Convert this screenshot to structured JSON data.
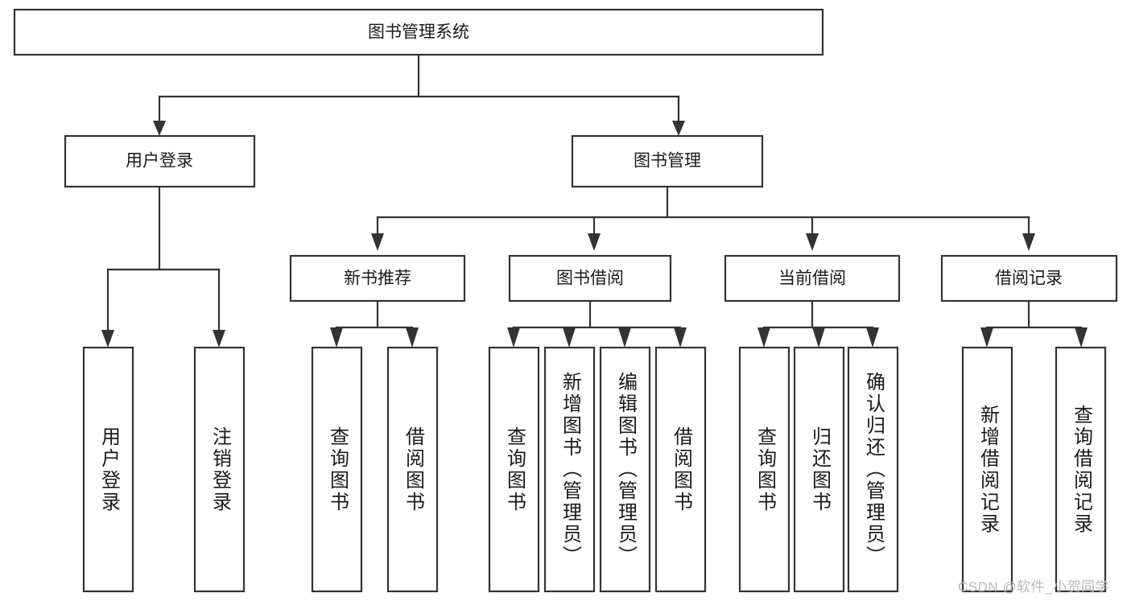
{
  "diagram": {
    "type": "tree",
    "title": "图书管理系统",
    "root": {
      "id": "root",
      "label": "图书管理系统",
      "orientation": "horizontal"
    },
    "level2": [
      {
        "id": "user-login",
        "label": "用户登录",
        "orientation": "horizontal"
      },
      {
        "id": "book-manage",
        "label": "图书管理",
        "orientation": "horizontal"
      }
    ],
    "level3": [
      {
        "id": "new-book-rec",
        "label": "新书推荐",
        "orientation": "horizontal",
        "parent": "book-manage"
      },
      {
        "id": "book-borrow",
        "label": "图书借阅",
        "orientation": "horizontal",
        "parent": "book-manage"
      },
      {
        "id": "current-borrow",
        "label": "当前借阅",
        "orientation": "horizontal",
        "parent": "book-manage"
      },
      {
        "id": "borrow-record",
        "label": "借阅记录",
        "orientation": "horizontal",
        "parent": "book-manage"
      }
    ],
    "leaves": [
      {
        "id": "leaf-user-login",
        "label": "用户登录",
        "orientation": "vertical",
        "parent": "user-login"
      },
      {
        "id": "leaf-logout-login",
        "label": "注销登录",
        "orientation": "vertical",
        "parent": "user-login"
      },
      {
        "id": "leaf-query-book-1",
        "label": "查询图书",
        "orientation": "vertical",
        "parent": "new-book-rec"
      },
      {
        "id": "leaf-borrow-book-1",
        "label": "借阅图书",
        "orientation": "vertical",
        "parent": "new-book-rec"
      },
      {
        "id": "leaf-query-book-2",
        "label": "查询图书",
        "orientation": "vertical",
        "parent": "book-borrow"
      },
      {
        "id": "leaf-add-book",
        "label": "新增图书（管理员）",
        "orientation": "vertical",
        "parent": "book-borrow"
      },
      {
        "id": "leaf-edit-book",
        "label": "编辑图书（管理员）",
        "orientation": "vertical",
        "parent": "book-borrow"
      },
      {
        "id": "leaf-borrow-book-2",
        "label": "借阅图书",
        "orientation": "vertical",
        "parent": "book-borrow"
      },
      {
        "id": "leaf-query-book-3",
        "label": "查询图书",
        "orientation": "vertical",
        "parent": "current-borrow"
      },
      {
        "id": "leaf-return-book",
        "label": "归还图书",
        "orientation": "vertical",
        "parent": "current-borrow"
      },
      {
        "id": "leaf-confirm-return",
        "label": "确认归还（管理员）",
        "orientation": "vertical",
        "parent": "current-borrow"
      },
      {
        "id": "leaf-add-record",
        "label": "新增借阅记录",
        "orientation": "vertical",
        "parent": "borrow-record"
      },
      {
        "id": "leaf-query-record",
        "label": "查询借阅记录",
        "orientation": "vertical",
        "parent": "borrow-record"
      }
    ],
    "colors": {
      "background": "#ffffff",
      "box_fill": "#ffffff",
      "box_stroke": "#333333",
      "text": "#1a1a1a",
      "connector": "#333333",
      "watermark": "#b9b9b9"
    }
  },
  "watermark": {
    "text": "CSDN @软件_小贺同学"
  }
}
